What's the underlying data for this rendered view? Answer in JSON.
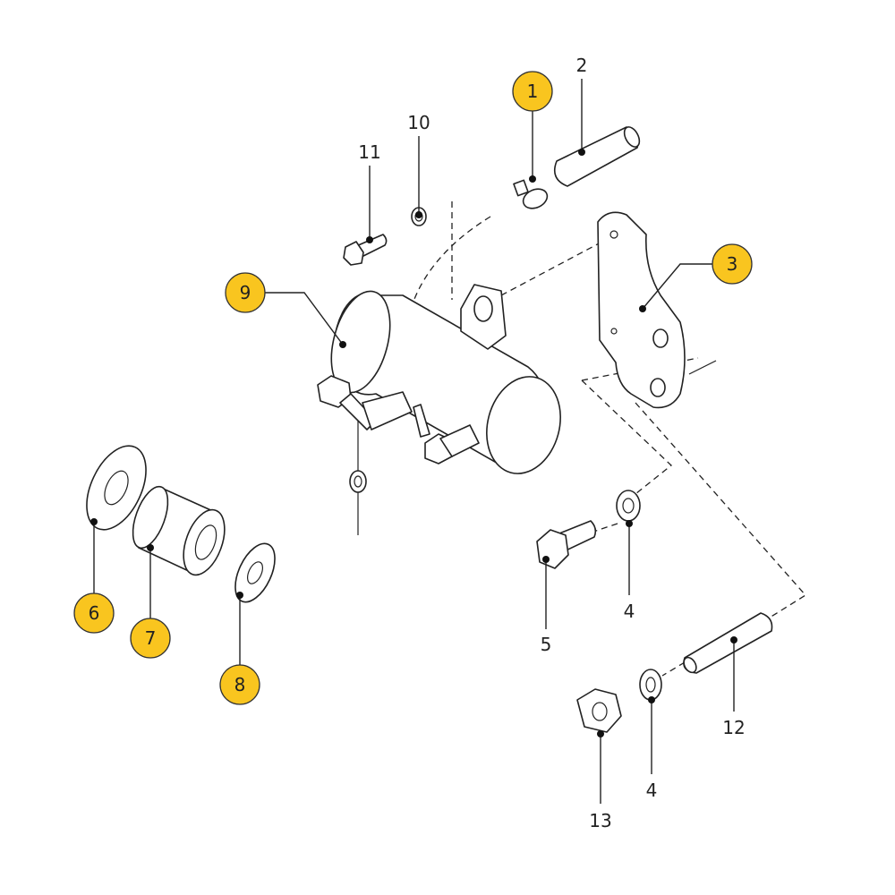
{
  "diagram": {
    "highlight_color": "#F9C51F",
    "callouts": [
      {
        "id": "1",
        "label": "1",
        "highlighted": true
      },
      {
        "id": "2",
        "label": "2",
        "highlighted": false
      },
      {
        "id": "3",
        "label": "3",
        "highlighted": true
      },
      {
        "id": "4a",
        "label": "4",
        "highlighted": false
      },
      {
        "id": "4b",
        "label": "4",
        "highlighted": false
      },
      {
        "id": "5",
        "label": "5",
        "highlighted": false
      },
      {
        "id": "6",
        "label": "6",
        "highlighted": true
      },
      {
        "id": "7",
        "label": "7",
        "highlighted": true
      },
      {
        "id": "8",
        "label": "8",
        "highlighted": true
      },
      {
        "id": "9",
        "label": "9",
        "highlighted": true
      },
      {
        "id": "10",
        "label": "10",
        "highlighted": false
      },
      {
        "id": "11",
        "label": "11",
        "highlighted": false
      },
      {
        "id": "12",
        "label": "12",
        "highlighted": false
      },
      {
        "id": "13",
        "label": "13",
        "highlighted": false
      }
    ]
  }
}
